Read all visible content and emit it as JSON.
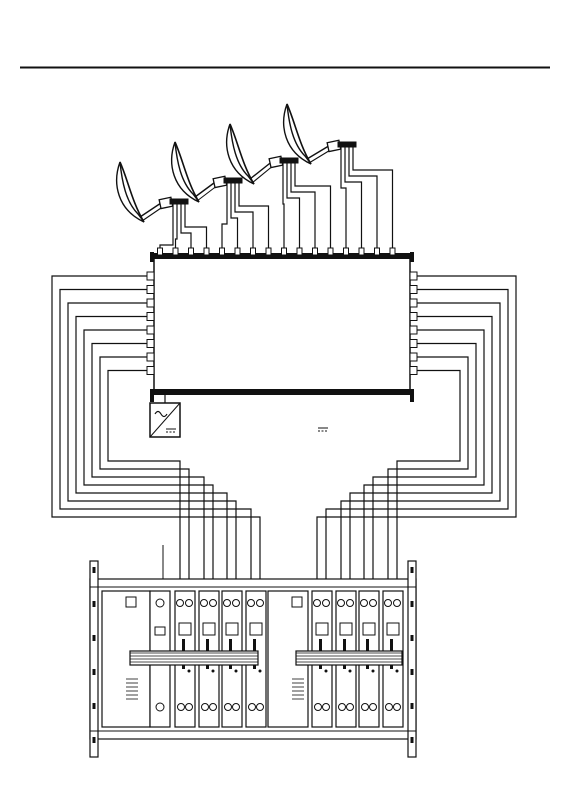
{
  "diagram": {
    "dish_count": 4,
    "multiswitch_inputs": 16,
    "multiswitch_outputs_per_side": 8,
    "headend_racks": 2,
    "power_supply_icons": [
      "ac-sine-icon",
      "dc-symbol-icon"
    ],
    "colors": {
      "ink": "#111111",
      "paper": "#ffffff"
    }
  }
}
